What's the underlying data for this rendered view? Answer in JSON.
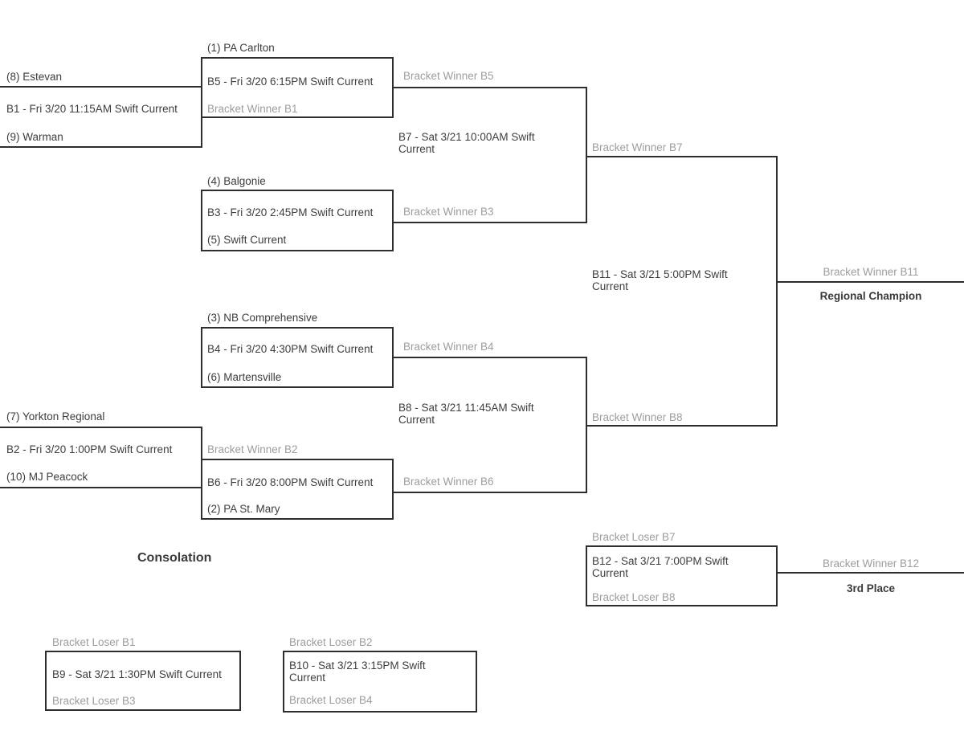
{
  "headings": {
    "consolation": "Consolation"
  },
  "matches": {
    "b1": {
      "top_slot": "(8) Estevan",
      "info": "B1 - Fri 3/20 11:15AM Swift Current",
      "bottom_slot": "(9) Warman"
    },
    "b2": {
      "top_slot": "(7) Yorkton Regional",
      "info": "B2 - Fri 3/20 1:00PM Swift Current",
      "bottom_slot": "(10) MJ Peacock"
    },
    "b3": {
      "top_slot": "(4) Balgonie",
      "info": "B3 - Fri 3/20 2:45PM Swift Current",
      "bottom_slot": "(5) Swift Current"
    },
    "b4": {
      "top_slot": "(3) NB Comprehensive",
      "info": "B4 - Fri 3/20 4:30PM Swift Current",
      "bottom_slot": "(6) Martensville"
    },
    "b5": {
      "top_slot": "(1) PA Carlton",
      "info": "B5 - Fri 3/20 6:15PM Swift Current",
      "bottom_slot": "Bracket Winner B1"
    },
    "b6": {
      "top_slot": "Bracket Winner B2",
      "info": "B6 - Fri 3/20 8:00PM Swift Current",
      "bottom_slot": "(2) PA St. Mary"
    },
    "b7": {
      "top_slot": "Bracket Winner B5",
      "info": "B7 - Sat 3/21 10:00AM Swift Current",
      "bottom_slot": "Bracket Winner B3"
    },
    "b8": {
      "top_slot": "Bracket Winner B4",
      "info": "B8 - Sat 3/21 11:45AM Swift Current",
      "bottom_slot": "Bracket Winner B6"
    },
    "b9": {
      "top_slot": "Bracket Loser B1",
      "info": "B9 - Sat 3/21 1:30PM Swift Current",
      "bottom_slot": "Bracket Loser B3"
    },
    "b10": {
      "top_slot": "Bracket Loser B2",
      "info": "B10 - Sat 3/21 3:15PM Swift Current",
      "bottom_slot": "Bracket Loser B4"
    },
    "b11": {
      "top_slot": "Bracket Winner B7",
      "info": "B11 - Sat 3/21 5:00PM Swift Current",
      "bottom_slot": "Bracket Winner B8"
    },
    "b12": {
      "top_slot": "Bracket Loser B7",
      "info": "B12 - Sat 3/21 7:00PM Swift Current",
      "bottom_slot": "Bracket Loser B8"
    }
  },
  "outcomes": {
    "champion_source": "Bracket Winner B11",
    "champion_title": "Regional Champion",
    "third_place_source": "Bracket Winner B12",
    "third_place_title": "3rd Place"
  },
  "colors": {
    "background": "#ffffff",
    "line": "#2e2e2e",
    "text": "#3d3d3d",
    "muted_label": "#9d9d9d"
  }
}
